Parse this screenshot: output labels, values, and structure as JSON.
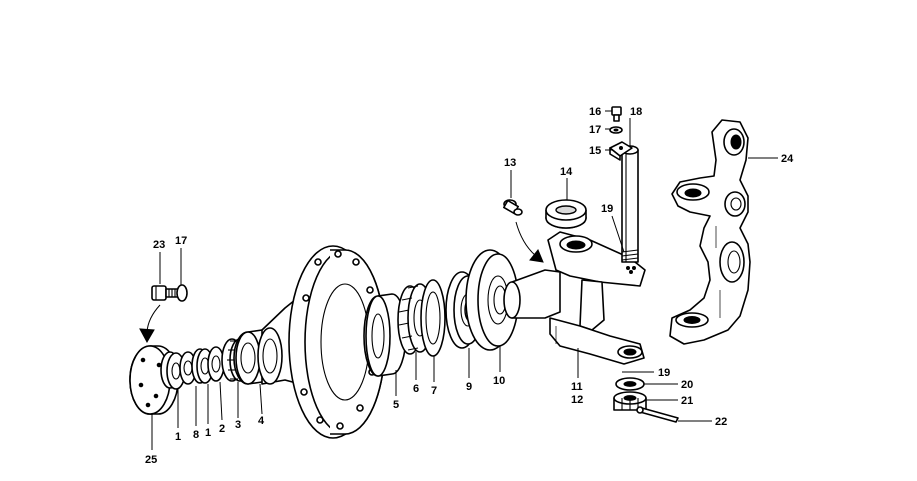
{
  "callouts": [
    {
      "key": "c16",
      "text": "16"
    },
    {
      "key": "c18",
      "text": "18"
    },
    {
      "key": "c17a",
      "text": "17"
    },
    {
      "key": "c15",
      "text": "15"
    },
    {
      "key": "c24",
      "text": "24"
    },
    {
      "key": "c13",
      "text": "13"
    },
    {
      "key": "c14",
      "text": "14"
    },
    {
      "key": "c19a",
      "text": "19"
    },
    {
      "key": "c23",
      "text": "23"
    },
    {
      "key": "c17b",
      "text": "17"
    },
    {
      "key": "c5",
      "text": "5"
    },
    {
      "key": "c6",
      "text": "6"
    },
    {
      "key": "c7",
      "text": "7"
    },
    {
      "key": "c9",
      "text": "9"
    },
    {
      "key": "c10",
      "text": "10"
    },
    {
      "key": "c11",
      "text": "11"
    },
    {
      "key": "c12",
      "text": "12"
    },
    {
      "key": "c19b",
      "text": "19"
    },
    {
      "key": "c20",
      "text": "20"
    },
    {
      "key": "c21",
      "text": "21"
    },
    {
      "key": "c22",
      "text": "22"
    },
    {
      "key": "c1a",
      "text": "1"
    },
    {
      "key": "c8",
      "text": "8"
    },
    {
      "key": "c1b",
      "text": "1"
    },
    {
      "key": "c2",
      "text": "2"
    },
    {
      "key": "c3",
      "text": "3"
    },
    {
      "key": "c4",
      "text": "4"
    },
    {
      "key": "c25",
      "text": "25"
    }
  ]
}
